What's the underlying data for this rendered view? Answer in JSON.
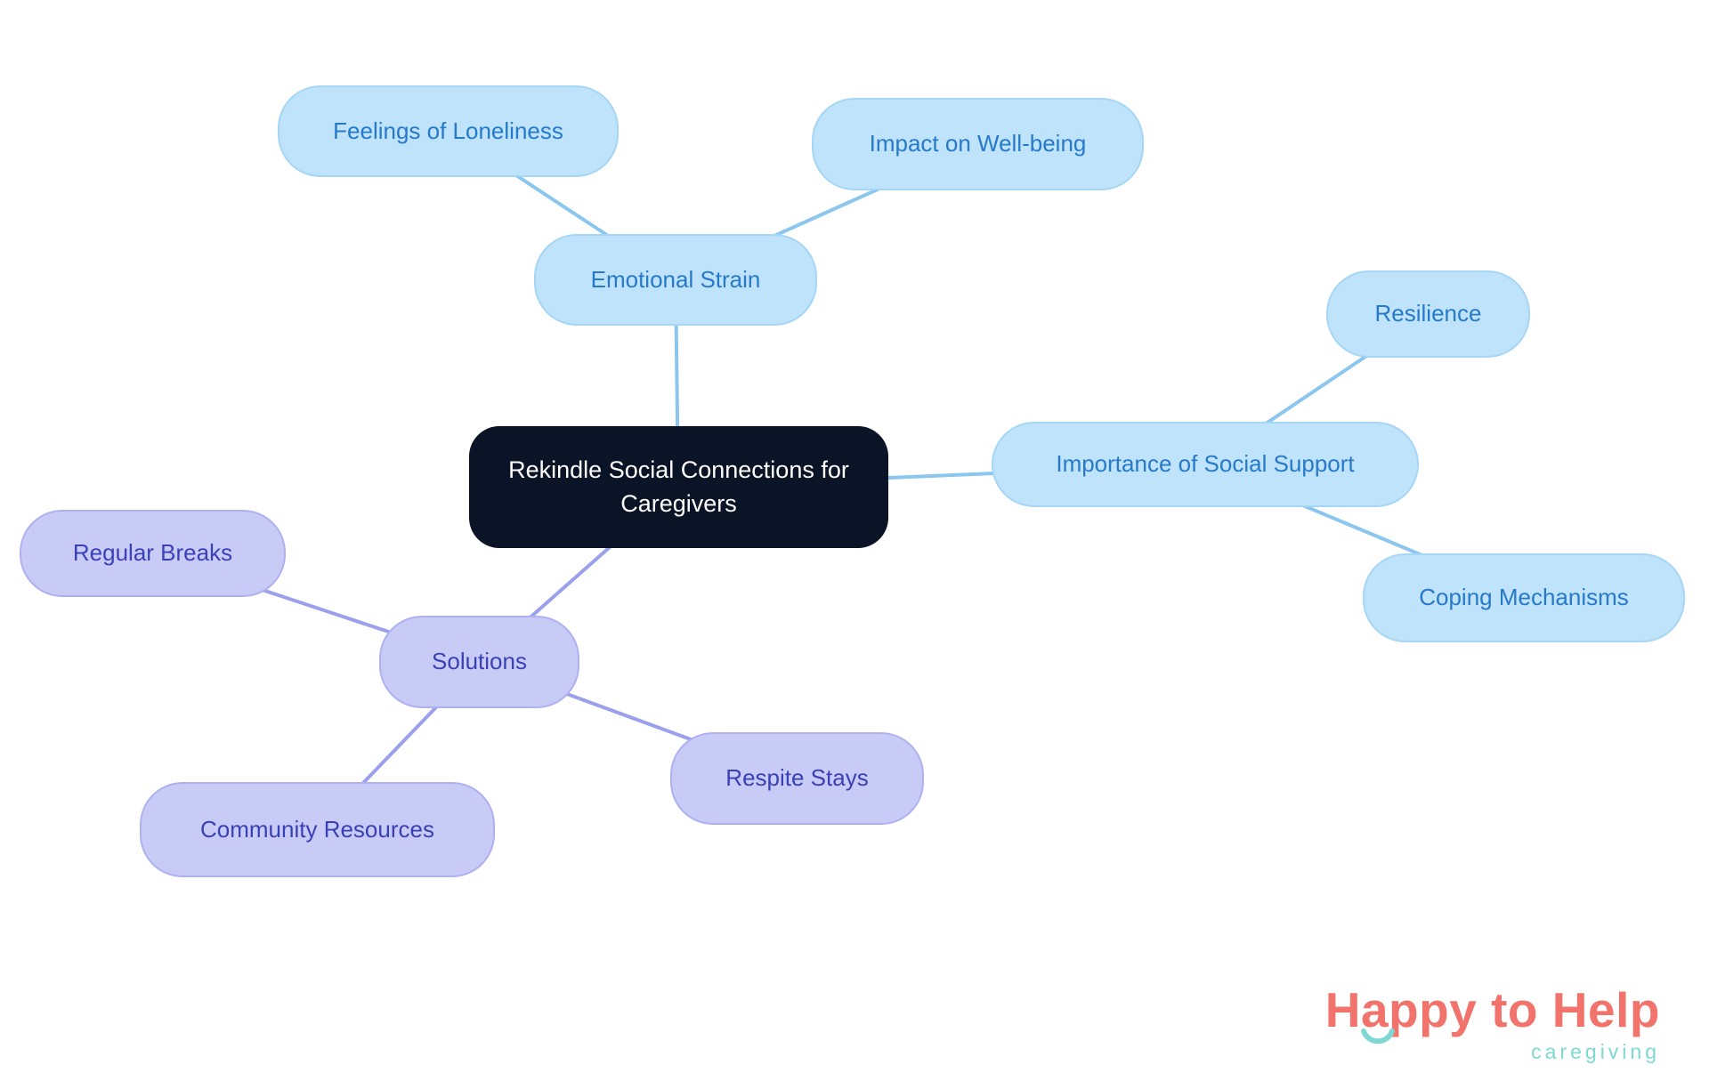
{
  "central": {
    "label": "Rekindle Social Connections for Caregivers"
  },
  "branches": {
    "emotional_strain": {
      "label": "Emotional Strain",
      "children": {
        "feelings_of_loneliness": {
          "label": "Feelings of Loneliness"
        },
        "impact_on_well_being": {
          "label": "Impact on Well-being"
        }
      }
    },
    "social_support": {
      "label": "Importance of Social Support",
      "children": {
        "resilience": {
          "label": "Resilience"
        },
        "coping_mechanisms": {
          "label": "Coping Mechanisms"
        }
      }
    },
    "solutions": {
      "label": "Solutions",
      "children": {
        "regular_breaks": {
          "label": "Regular Breaks"
        },
        "community_resources": {
          "label": "Community Resources"
        },
        "respite_stays": {
          "label": "Respite Stays"
        }
      }
    }
  },
  "logo": {
    "brand": "Happy to Help",
    "tagline": "caregiving"
  },
  "colors": {
    "blue_node_fill": "#bee3fa",
    "blue_node_border": "#a6d6f6",
    "blue_node_text": "#2779c9",
    "purple_node_fill": "#c9cbf7",
    "purple_node_border": "#aeb1f0",
    "purple_node_text": "#3a40b5",
    "central_fill": "#0b1426",
    "central_text": "#ffffff",
    "blue_edge": "#8ac6ee",
    "purple_edge": "#9ba0ed",
    "logo_coral": "#f2736b",
    "logo_teal": "#7fd7d1",
    "background": "#ffffff"
  }
}
